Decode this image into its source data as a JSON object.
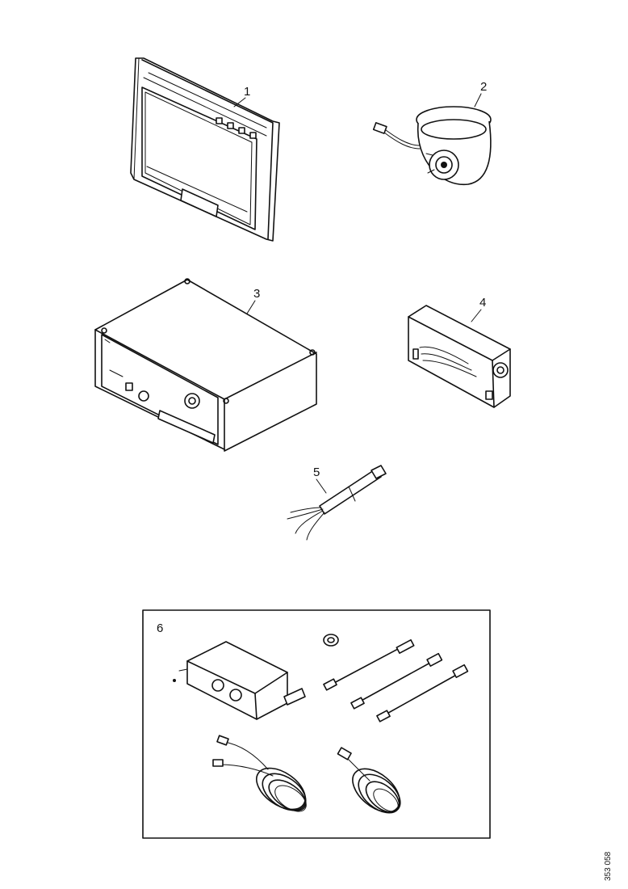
{
  "parts": [
    {
      "number": "1",
      "icon": "monitor-icon"
    },
    {
      "number": "2",
      "icon": "dome-camera-icon"
    },
    {
      "number": "3",
      "icon": "control-unit-icon"
    },
    {
      "number": "4",
      "icon": "junction-box-icon"
    },
    {
      "number": "5",
      "icon": "cable-harness-icon"
    },
    {
      "number": "6",
      "icon": "installation-kit-icon"
    }
  ],
  "drawing_code": "353 058"
}
